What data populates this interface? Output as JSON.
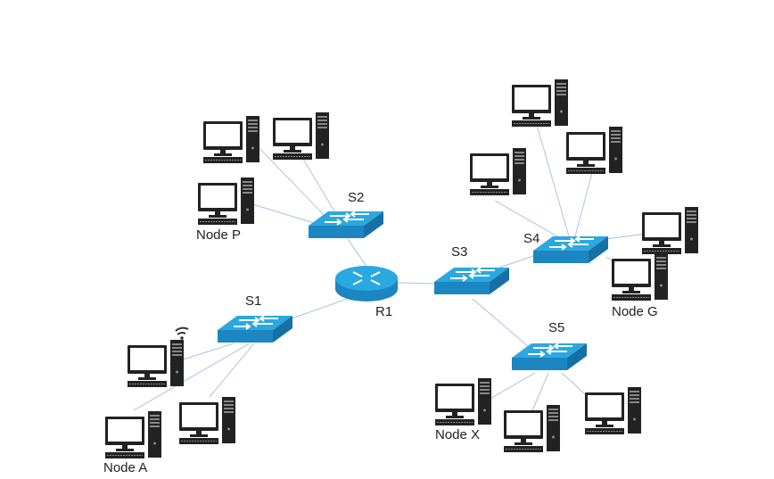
{
  "diagram": {
    "labels": {
      "S1": "S1",
      "S2": "S2",
      "S3": "S3",
      "S4": "S4",
      "S5": "S5",
      "R1": "R1",
      "node_p": "Node P",
      "node_a": "Node A",
      "node_g": "Node G",
      "node_x": "Node X"
    },
    "colors": {
      "switch_top": "#2aa8e0",
      "switch_side": "#1b86c2",
      "link": "#b9cbe6",
      "computer": "#222222"
    },
    "icons": {
      "switch": "network-switch-icon",
      "router": "router-icon",
      "computer": "desktop-computer-icon",
      "wifi": "wifi-icon"
    }
  }
}
